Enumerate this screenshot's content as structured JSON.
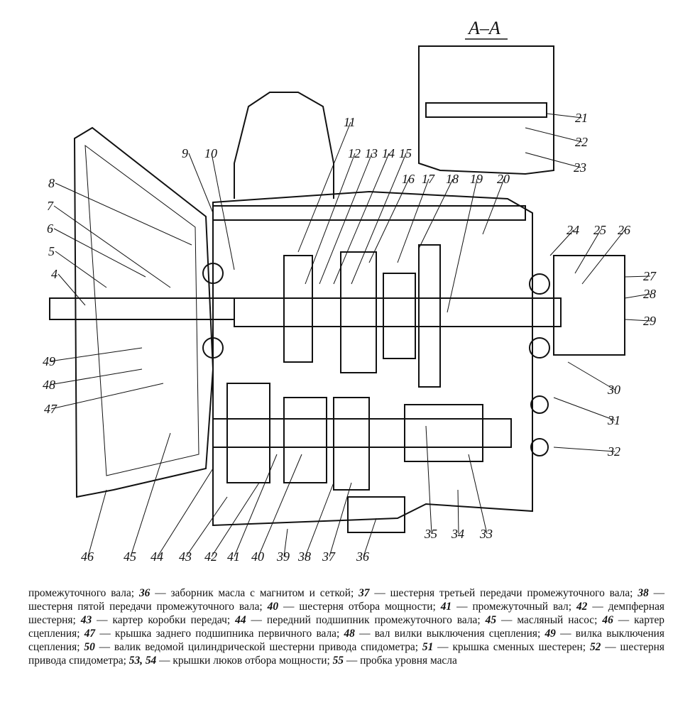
{
  "section_label": "А–А",
  "callouts": [
    "4",
    "5",
    "6",
    "7",
    "8",
    "9",
    "10",
    "11",
    "12",
    "13",
    "14",
    "15",
    "16",
    "17",
    "18",
    "19",
    "20",
    "21",
    "22",
    "23",
    "24",
    "25",
    "26",
    "27",
    "28",
    "29",
    "30",
    "31",
    "32",
    "33",
    "34",
    "35",
    "36",
    "37",
    "38",
    "39",
    "40",
    "41",
    "42",
    "43",
    "44",
    "45",
    "46",
    "47",
    "48",
    "49"
  ],
  "caption_segments": [
    {
      "text": "промежуточного вала; "
    },
    {
      "num": "36"
    },
    {
      "text": " — заборник масла с магнитом и сеткой; "
    },
    {
      "num": "37"
    },
    {
      "text": " — шестерня третьей передачи промежуточного вала; "
    },
    {
      "num": "38"
    },
    {
      "text": " — шестерня пятой передачи промежуточного вала; "
    },
    {
      "num": "40"
    },
    {
      "text": " — шестерня отбора мощности; "
    },
    {
      "num": "41"
    },
    {
      "text": " — промежуточный вал; "
    },
    {
      "num": "42"
    },
    {
      "text": " — демпферная шестерня; "
    },
    {
      "num": "43"
    },
    {
      "text": " — картер коробки передач; "
    },
    {
      "num": "44"
    },
    {
      "text": " — передний подшипник промежуточного вала; "
    },
    {
      "num": "45"
    },
    {
      "text": " — масляный насос; "
    },
    {
      "num": "46"
    },
    {
      "text": " — картер сцепления; "
    },
    {
      "num": "47"
    },
    {
      "text": " — крышка заднего подшипника первичного вала; "
    },
    {
      "num": "48"
    },
    {
      "text": " — вал вилки выключения сцепления; "
    },
    {
      "num": "49"
    },
    {
      "text": " — вилка выключения сцепления; "
    },
    {
      "num": "50"
    },
    {
      "text": " — валик ведомой цилиндрической шестерни привода спидометра; "
    },
    {
      "num": "51"
    },
    {
      "text": " — крышка сменных шестерен; "
    },
    {
      "num": "52"
    },
    {
      "text": " — шестерня привода спидометра; "
    },
    {
      "num": "53, 54"
    },
    {
      "text": " — крышки люков отбора мощности; "
    },
    {
      "num": "55"
    },
    {
      "text": " — пробка уровня масла"
    }
  ]
}
